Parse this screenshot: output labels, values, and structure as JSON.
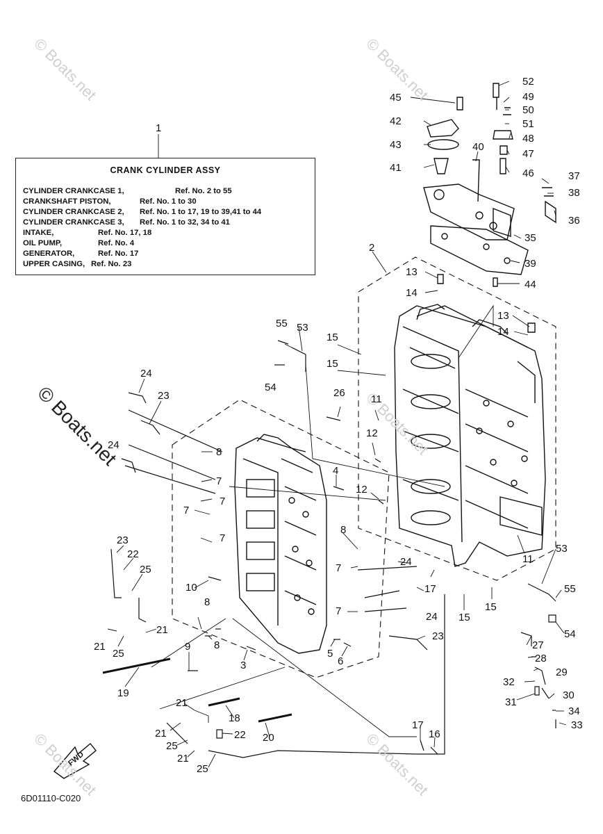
{
  "watermarks": {
    "small": "© Boats.net",
    "large": "© Boats.net"
  },
  "assembly_ref": "1",
  "legend": {
    "title": "CRANK  CYLINDER ASSY",
    "rows": [
      {
        "name": "CYLINDER CRANKCASE 1,",
        "refs": "Ref. No. 2 to 55"
      },
      {
        "name": "CRANKSHAFT PISTON,",
        "refs": "Ref. No. 1 to 30"
      },
      {
        "name": "CYLINDER CRANKCASE 2,",
        "refs": "Ref. No. 1 to 17, 19 to 39,41 to 44"
      },
      {
        "name": "CYLINDER CRANKCASE 3,",
        "refs": "Ref. No. 1 to 32, 34 to 41"
      },
      {
        "name": "INTAKE,",
        "refs": "Ref. No. 17, 18"
      },
      {
        "name": "OIL PUMP,",
        "refs": "Ref. No. 4"
      },
      {
        "name": "GENERATOR,",
        "refs": "Ref. No. 17"
      },
      {
        "name": "UPPER CASING,",
        "refs": "Ref. No. 23"
      }
    ]
  },
  "callouts": [
    "52",
    "49",
    "45",
    "50",
    "42",
    "51",
    "48",
    "43",
    "40",
    "47",
    "41",
    "46",
    "37",
    "38",
    "36",
    "35",
    "2",
    "39",
    "13",
    "14",
    "44",
    "13",
    "14",
    "55",
    "53",
    "15",
    "15",
    "54",
    "24",
    "26",
    "11",
    "23",
    "12",
    "24",
    "8",
    "7",
    "4",
    "12",
    "7",
    "7",
    "7",
    "8",
    "23",
    "22",
    "25",
    "24",
    "7",
    "10",
    "8",
    "7",
    "24",
    "17",
    "15",
    "15",
    "53",
    "55",
    "21",
    "21",
    "54",
    "25",
    "8",
    "9",
    "5",
    "3",
    "6",
    "23",
    "27",
    "19",
    "28",
    "29",
    "32",
    "30",
    "31",
    "21",
    "18",
    "34",
    "21",
    "22",
    "20",
    "33",
    "25",
    "21",
    "17",
    "16",
    "25",
    "11"
  ],
  "catalog_code": "6D01110-C020",
  "fwd_label": "FWD"
}
